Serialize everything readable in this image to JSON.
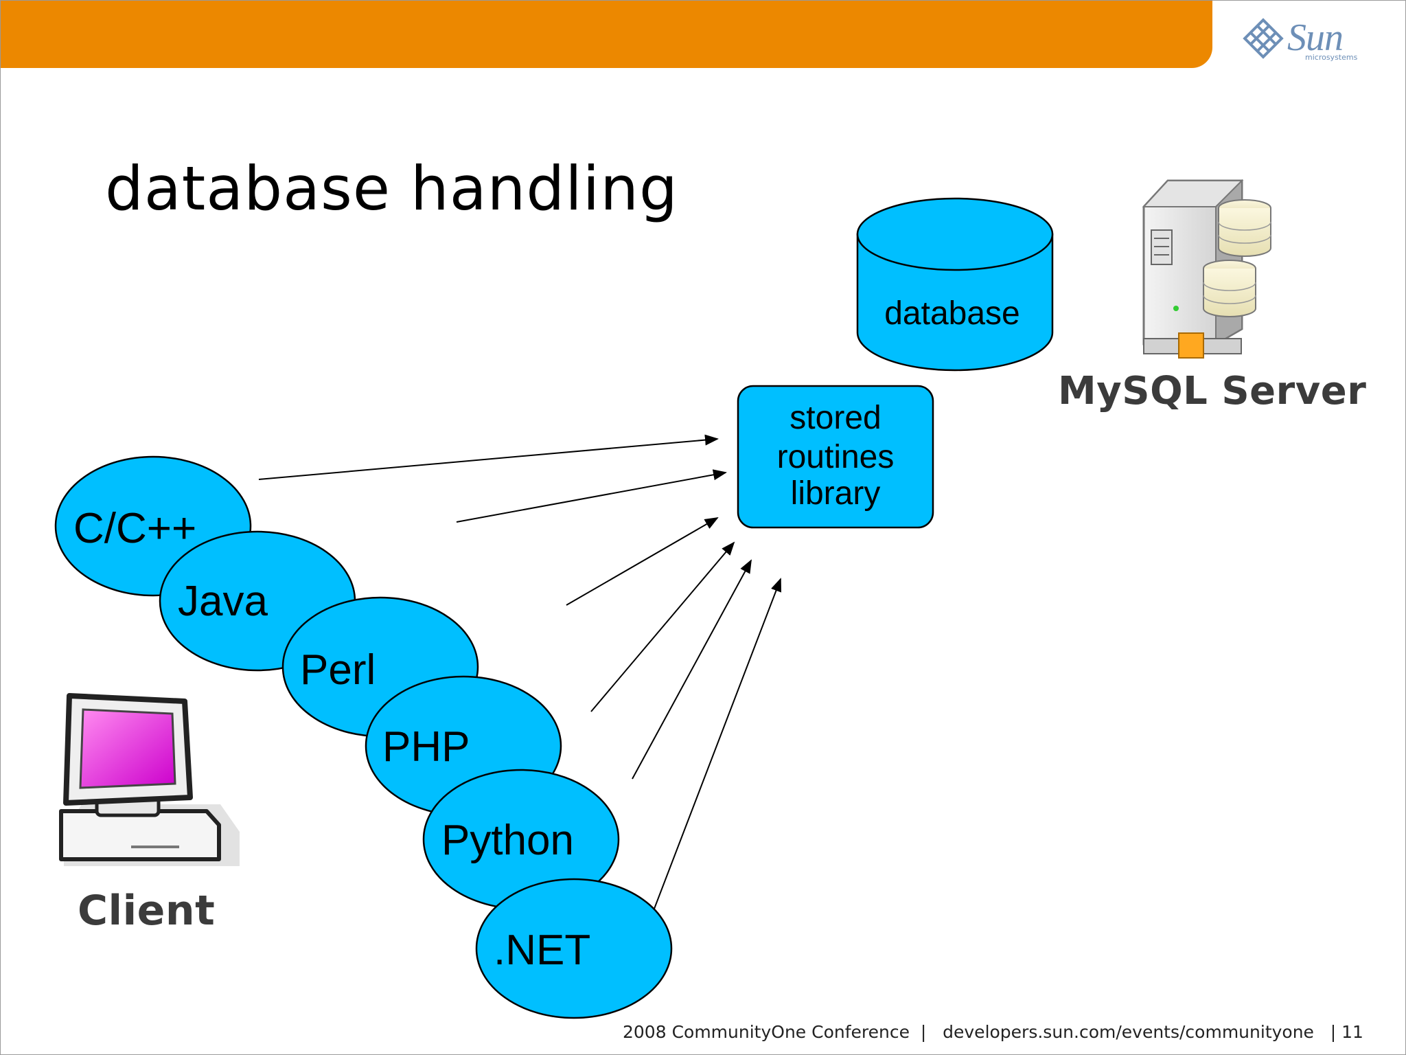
{
  "slide": {
    "title": "database handling",
    "logo": {
      "word": "Sun",
      "sub": "microsystems"
    },
    "footer": {
      "conference": "2008 CommunityOne Conference",
      "url": "developers.sun.com/events/communityone",
      "page": "11"
    }
  },
  "diagram": {
    "database_label": "database",
    "routines_lines": [
      "stored",
      "routines",
      "library"
    ],
    "languages": [
      "C/C++",
      "Java",
      "Perl",
      "PHP",
      "Python",
      ".NET"
    ],
    "server_caption": "MySQL Server",
    "client_caption": "Client"
  },
  "colors": {
    "accent_bar": "#ec8800",
    "node_fill": "#00bfff",
    "logo": "#6d8fb7"
  }
}
